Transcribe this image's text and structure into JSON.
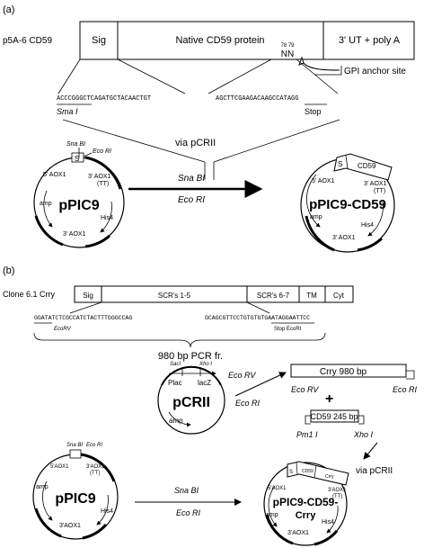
{
  "panel_a": {
    "label": "(a)",
    "construct_name": "p5A-6 CD59",
    "boxes": [
      "Sig",
      "Native CD59 protein",
      "3' UT + poly A"
    ],
    "codon_numbers": "78 79",
    "codon_letters": "NN",
    "gpi_label": "GPI anchor site",
    "seq_left": "ACCCGGGCTCAGATGCTACAACTGT",
    "seq_left_site": "Sma I",
    "seq_right": "AGCTTCGAAGACAAGCCATAGG",
    "seq_right_site": "Stop",
    "via": "via pCRII",
    "enzyme_1": "Sna BI",
    "enzyme_2": "Eco RI",
    "left_plasmid": {
      "name": "pPIC9",
      "sites": [
        "Sna BI",
        "Eco RI"
      ],
      "s_box": "S",
      "labels": [
        "5' AOX1",
        "3' AOX1",
        "(TT)",
        "amp",
        "His4",
        "3' AOX1"
      ]
    },
    "right_plasmid": {
      "name": "pPIC9-CD59",
      "s_box": "S",
      "insert": "CD59",
      "labels": [
        "5' AOX1",
        "3' AOX1",
        "(TT)",
        "amp",
        "His4",
        "3' AOX1"
      ]
    }
  },
  "panel_b": {
    "label": "(b)",
    "construct_name": "Clone 6.1 Crry",
    "boxes": [
      "Sig",
      "SCR's 1-5",
      "SCR's 6-7",
      "TM",
      "Cyt"
    ],
    "seq_left": "GGATATCTCGCCATCTACTTTGGGCCAG",
    "seq_left_site": "EcoRV",
    "seq_right": "GCAGCGTTCCTGTGTGTGAATAGGAATTCC",
    "seq_right_site": "Stop EcoRI",
    "pcr": "980 bp PCR fr.",
    "pcrii": {
      "name": "pCRII",
      "sites": [
        "SacI",
        "Xho I"
      ],
      "labels": [
        "Plac",
        "lacZ",
        "amp"
      ]
    },
    "enzyme_1": "Eco RV",
    "enzyme_2": "Eco RI",
    "crry_fragment": "Crry 980 bp",
    "crry_ends": [
      "Eco RV",
      "Eco RI"
    ],
    "plus": "+",
    "cd59_fragment": "CD59 245 bp",
    "cd59_ends": [
      "Pm1 I",
      "Xho I"
    ],
    "via": "via pCRII",
    "enzyme_3": "Sna BI",
    "enzyme_4": "Eco RI",
    "left_plasmid": {
      "name": "pPIC9",
      "sites": [
        "Sna BI",
        "Eco RI"
      ],
      "labels": [
        "5'AOX1",
        "3'AOX1",
        "(TT)",
        "amp",
        "His4",
        "3'AOX1"
      ]
    },
    "right_plasmid": {
      "name_line1": "pPIC9-CD59-",
      "name_line2": "Crry",
      "s_box": "S",
      "insert_1": "CD59",
      "insert_2": "Crry",
      "labels": [
        "5'AOX1",
        "3'AOX1",
        "(TT)",
        "amp",
        "His4",
        "3'AOX1"
      ]
    }
  }
}
